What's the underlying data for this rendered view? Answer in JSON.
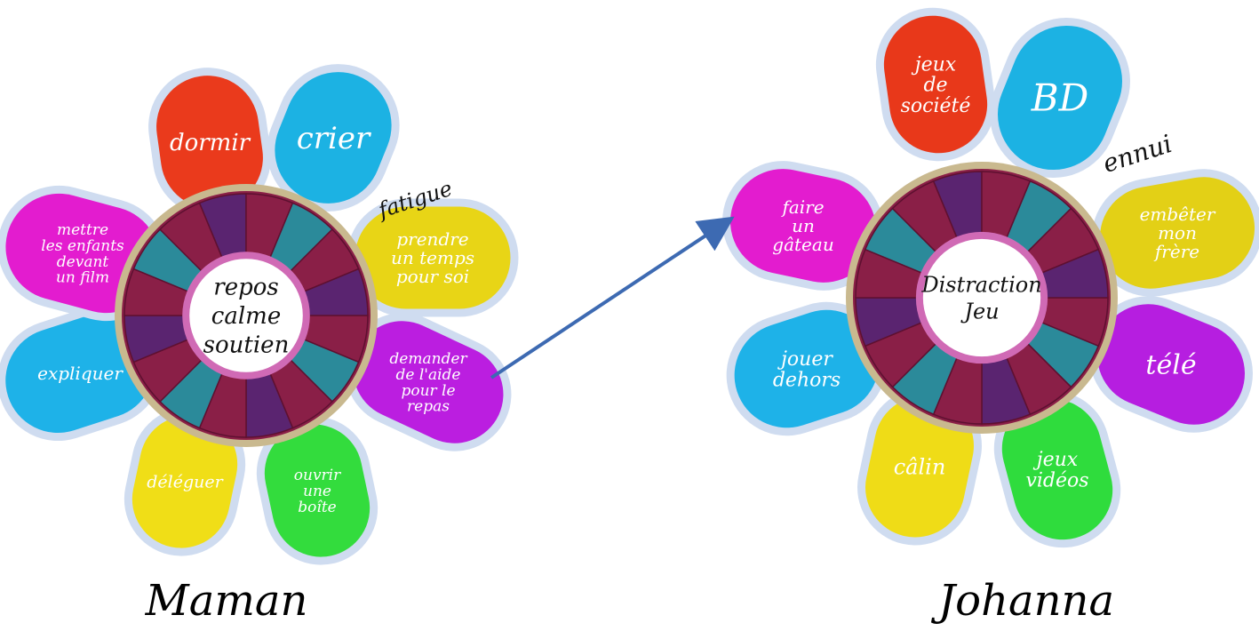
{
  "flowers": [
    {
      "name": "Maman",
      "center": [
        "repos",
        "calme",
        "soutien"
      ],
      "annotation": "fatigue",
      "petals": [
        {
          "lines": [
            "dormir"
          ],
          "color": "#ea3a1c"
        },
        {
          "lines": [
            "crier"
          ],
          "color": "#1cb2e3"
        },
        {
          "lines": [
            "prendre",
            "un temps",
            "pour soi"
          ],
          "color": "#e8d516"
        },
        {
          "lines": [
            "demander",
            "de l'aide",
            "pour le",
            "repas"
          ],
          "color": "#bb1ee0"
        },
        {
          "lines": [
            "ouvrir",
            "une",
            "boîte"
          ],
          "color": "#33dc3d"
        },
        {
          "lines": [
            "déléguer"
          ],
          "color": "#f0de17"
        },
        {
          "lines": [
            "expliquer"
          ],
          "color": "#1eb2e8"
        },
        {
          "lines": [
            "mettre",
            "les enfants",
            "devant",
            "un film"
          ],
          "color": "#e31ccf"
        }
      ]
    },
    {
      "name": "Johanna",
      "center": [
        "Distraction",
        "Jeu"
      ],
      "annotation": "ennui",
      "petals": [
        {
          "lines": [
            "jeux",
            "de",
            "société"
          ],
          "color": "#e8381a"
        },
        {
          "lines": [
            "BD"
          ],
          "color": "#1cb2e3"
        },
        {
          "lines": [
            "embêter",
            "mon",
            "frère"
          ],
          "color": "#e3d016"
        },
        {
          "lines": [
            "télé"
          ],
          "color": "#b61ee0"
        },
        {
          "lines": [
            "jeux",
            "vidéos"
          ],
          "color": "#2fdc3d"
        },
        {
          "lines": [
            "câlin"
          ],
          "color": "#efdc17"
        },
        {
          "lines": [
            "jouer",
            "dehors"
          ],
          "color": "#1eb2e8"
        },
        {
          "lines": [
            "faire",
            "un",
            "gâteau"
          ],
          "color": "#e31ccf"
        }
      ]
    }
  ],
  "colors": {
    "petal_border": "#cfdcf0",
    "ring_maroon": "#8a1f47",
    "ring_teal": "#2b8a9a",
    "ring_purple": "#5a2470",
    "ring_rim": "#c9b98f",
    "inner_ring": "#d06ab5",
    "arrow": "#3d6ab2"
  }
}
